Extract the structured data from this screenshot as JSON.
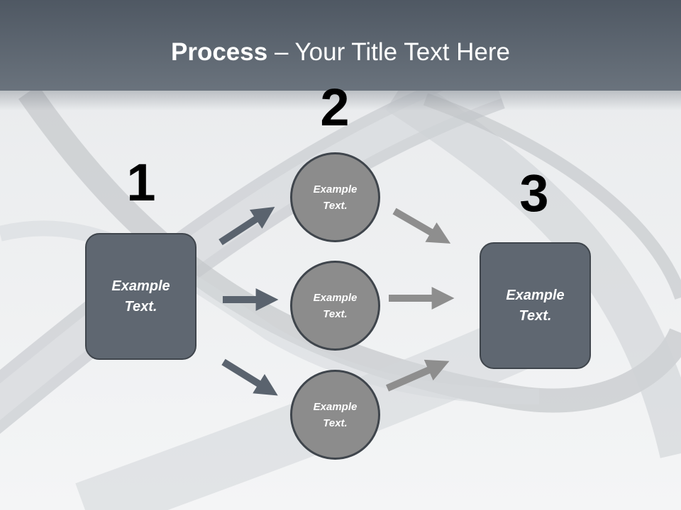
{
  "title": {
    "bold": "Process",
    "rest": " – Your Title Text Here"
  },
  "steps": {
    "one": "1",
    "two": "2",
    "three": "3"
  },
  "nodes": {
    "start": "Example\nText.",
    "mid_top": "Example\nText.",
    "mid_middle": "Example\nText.",
    "mid_bottom": "Example\nText.",
    "end": "Example\nText."
  },
  "colors": {
    "title_bar": "#5c656f",
    "box_fill": "#5f6771",
    "circle_fill": "#8c8c8c",
    "outline": "#3f454c",
    "arrow_dark": "#5a636e",
    "arrow_light": "#8e8e8e"
  }
}
